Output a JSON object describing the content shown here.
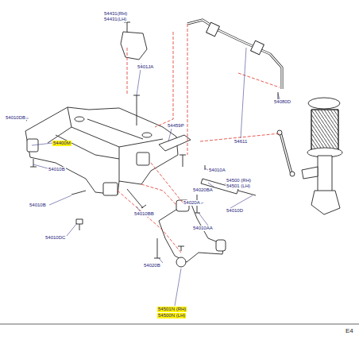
{
  "diagram": {
    "labels": [
      "54010DB",
      "54400M",
      "54010B",
      "54431(RH)",
      "54431(LH)",
      "5401JA",
      "54459P",
      "54010B",
      "54010BB",
      "54010DC",
      "54010A",
      "54020BA",
      "54500 (RH)",
      "54501 (LH)",
      "54020A",
      "54010D",
      "54010AA",
      "54020B",
      "54501N (RH)",
      "54500N (LH)",
      "54611",
      "54080D",
      "E4"
    ]
  }
}
